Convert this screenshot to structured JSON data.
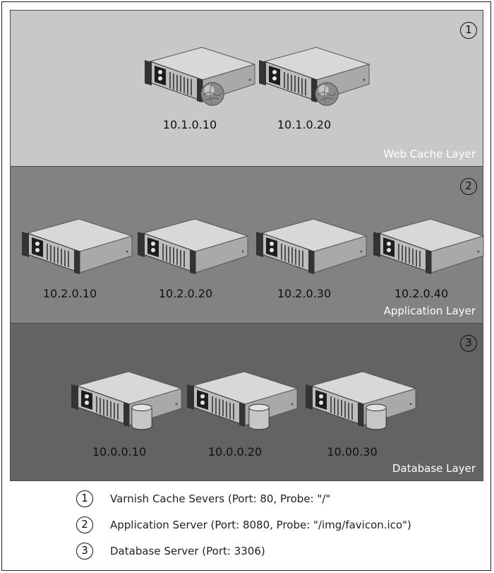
{
  "layers": [
    {
      "name": "Web Cache Layer",
      "badge": "1",
      "servers": [
        "10.1.0.10",
        "10.1.0.20"
      ],
      "kind": "globe"
    },
    {
      "name": "Application Layer",
      "badge": "2",
      "servers": [
        "10.2.0.10",
        "10.2.0.20",
        "10.2.0.30",
        "10.2.0.40"
      ],
      "kind": "plain"
    },
    {
      "name": "Database Layer",
      "badge": "3",
      "servers": [
        "10.0.0.10",
        "10.0.0.20",
        "10.00.30"
      ],
      "kind": "db"
    }
  ],
  "legend": [
    {
      "num": "1",
      "text": "Varnish Cache Severs (Port: 80, Probe: \"/\""
    },
    {
      "num": "2",
      "text": "Application Server (Port: 8080, Probe: \"/img/favicon.ico\")"
    },
    {
      "num": "3",
      "text": "Database Server (Port: 3306)"
    }
  ],
  "colors": {
    "web_layer": "#c8c8c8",
    "app_layer": "#828282",
    "db_layer": "#636363"
  }
}
